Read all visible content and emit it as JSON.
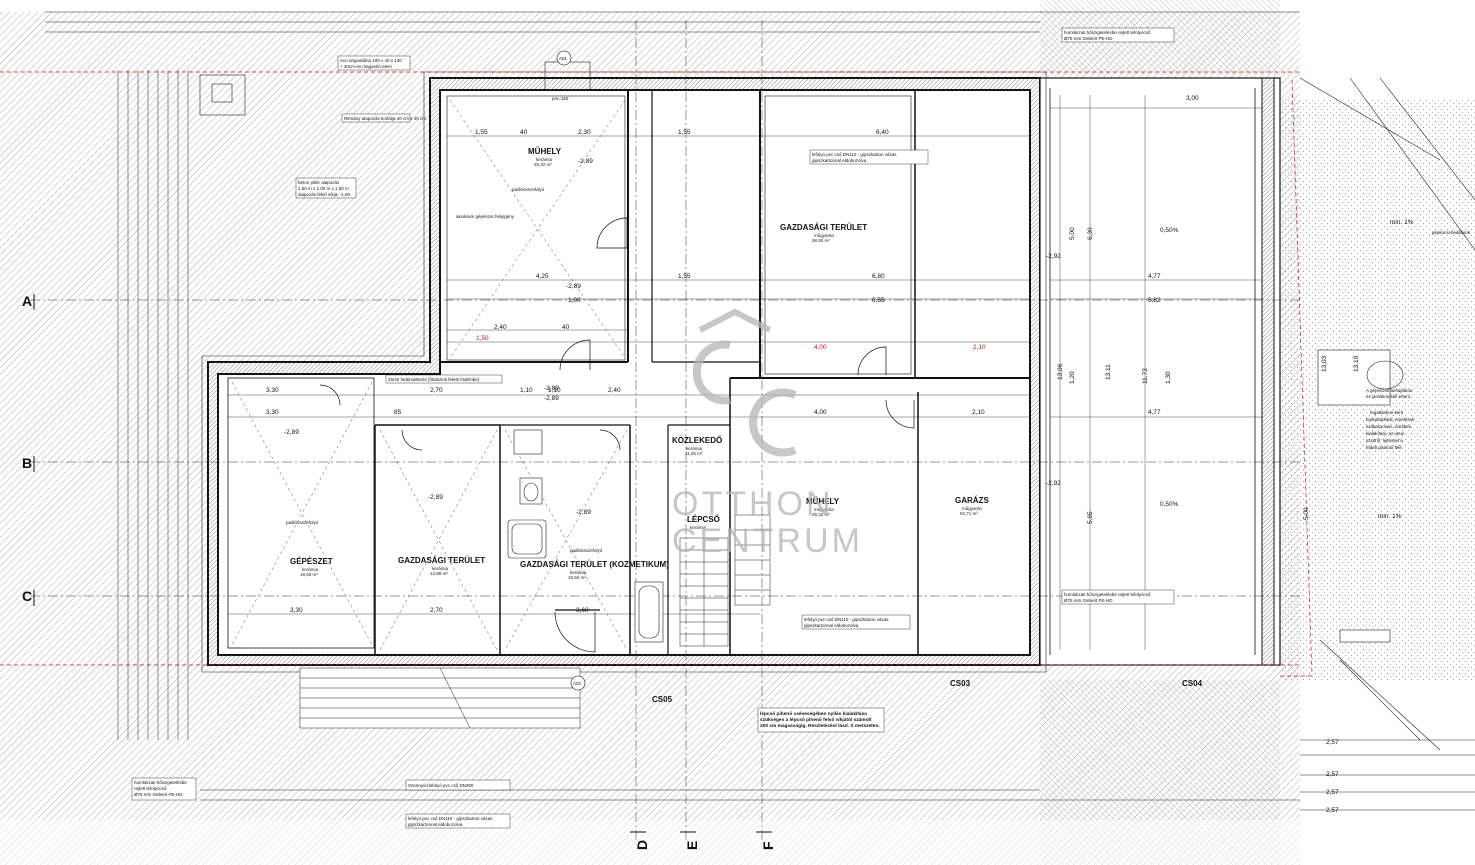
{
  "rooms": {
    "muhely_top": {
      "name": "MŰHELY",
      "floor": "kerámia",
      "area": "25,42 m²"
    },
    "gazdasagi_top": {
      "name": "GAZDASÁGI TERÜLET",
      "floor": "műgyanta",
      "area": "38,50 m²"
    },
    "gepeszet": {
      "name": "GÉPÉSZET",
      "floor": "kerámia",
      "area": "19,60 m²"
    },
    "gazdasagi_mid": {
      "name": "GAZDASÁGI TERÜLET",
      "floor": "kerámia",
      "area": "12,88 m²"
    },
    "gazdasagi_kozm": {
      "name": "GAZDASÁGI TERÜLET (KOZMETIKUM)",
      "floor": "kerámia",
      "area": "16,92 m²"
    },
    "kozlekedo": {
      "name": "KÖZLEKEDŐ",
      "floor": "kerámia",
      "area": "11,25 m²"
    },
    "lepcso": {
      "name": "LÉPCSŐ",
      "floor": "kerámia"
    },
    "muhely_mid": {
      "name": "MŰHELY",
      "floor": "műgyanta",
      "area": "26,32 m²"
    },
    "garazs": {
      "name": "GARÁZS",
      "floor": "műgyanta",
      "area": "92,71 m²"
    }
  },
  "axes": {
    "a": "A",
    "b": "B",
    "c": "C",
    "d": "D",
    "e": "E",
    "f": "F"
  },
  "tags": {
    "cs03": "CS03",
    "cs04": "CS04",
    "cs05": "CS05",
    "a01": "A01",
    "a02": "A02"
  },
  "levels": {
    "l1": "-2,89",
    "l2": "-2,89",
    "l3": "-2,89",
    "l4": "-2,89",
    "l5": "-2,89",
    "l6": "-2,89",
    "l7": "-2,89",
    "l8": "-2,92",
    "l9": "-2,92"
  },
  "dims": {
    "d155": "1,55",
    "d40a": "40",
    "d230a": "2,30",
    "d155b": "1,55",
    "d640": "6,40",
    "d425": "4,25",
    "d100a": "1,00",
    "d155c": "1,55",
    "d680": "6,80",
    "d655": "6,55",
    "d477a": "4,77",
    "d582": "5,82",
    "d240a": "2,40",
    "d40b": "40",
    "d150": "1,50",
    "d400a": "4,00",
    "d210a": "2,10",
    "d330a": "3,30",
    "d270a": "2,70",
    "d110a": "1,10",
    "d110b": "1,10",
    "d240b": "2,40",
    "d330b": "3,30",
    "d85": "85",
    "d400b": "4,00",
    "d210b": "2,10",
    "d477b": "4,77",
    "d330c": "3,30",
    "d270b": "2,70",
    "d360": "3,60",
    "d300": "3,00",
    "d257a": "2,57",
    "d257b": "2,57",
    "d257c": "2,57",
    "d257d": "2,57",
    "d1311": "13,11",
    "d1303": "13,03",
    "d1310": "13,10",
    "d630": "6,30",
    "d500a": "5,00",
    "d565": "5,65",
    "d500b": "5,00",
    "d1173": "11,73",
    "d120a": "1,20",
    "d130": "1,30",
    "d1306": "13,06",
    "slope1": "0,50%",
    "slope2": "0,50%",
    "min1": "min. 1%",
    "min2": "min. 1%",
    "pm": "pm=160"
  },
  "notes": {
    "n1a": "Aco angoaldina 100 x 40 x 130",
    "n1b": "+ 30cm-es magasító elem",
    "n2": "Ritmány alapozás korlátja 40 cm x 40 cm",
    "n3a": "beton pillér alapozás",
    "n3b": "1,50 m x 1,00 m x 1,50 m",
    "n3c": "alapozás felső síkja: -1,00",
    "n4a": "lefolyó pvc cső DN110 - gipszkarton vázas",
    "n4b": "gipszkartonnal eldobozolva",
    "n5a": "homlokzati hőszigetelésbe rejtett lefolyócső",
    "n5b": "Ø75 mm Geberit PE-HD",
    "n6a": "lefolyó pvc cső DN110 - gipszkarton vázas",
    "n6b": "gipszkartonnal eldobozolva",
    "n7a": "homlokzati hőszigetelésbe rejtett lefolyócső",
    "n7b": "Ø75 mm Geberit PE-HD",
    "n8a": "homlokzati hőszigetelésbe",
    "n8b": "rejtett lefolyócső",
    "n8c": "Ø75 mm Geberit PE-HD",
    "n9": "Szennyvízlefolyó pvc cső DN300",
    "n10a": "lefolyó pvc cső DN110 - gipszkarton vázas",
    "n10b": "gipszkartonnal eldobozolva",
    "n11a": "lépcső pihenő cséveségében nyílás kialakítása",
    "n11b": "szükséges a lépcső pihenő felső síkjától számolt",
    "n11c": "200 cm magasságig. Részletezést lásd. S metszeten.",
    "n12": "25/40 födémáttörés (földszinti feletti födémbe)",
    "n13a": "A gépészeti behajtókon",
    "n13b": "és járdákon kell érteni",
    "n14a": "Ingatlankori kerti",
    "n14b": "burkolatokkal, emelések",
    "n14c": "szakaszosan, szintben",
    "n14d": "kialakítani, az utcai",
    "n14e": "szintről, lejtéssel a",
    "n14f": "fedett parkoló felé",
    "n15": "gépkocsi beállások",
    "n16": "akvárium gépészet helyigény",
    "n17a": "padlóösszefolyó",
    "n17b": "padlóösszefolyó",
    "n17c": "padlóösszefolyó"
  },
  "watermark": {
    "line1": "OTTHON",
    "line2": "CENTRUM"
  }
}
